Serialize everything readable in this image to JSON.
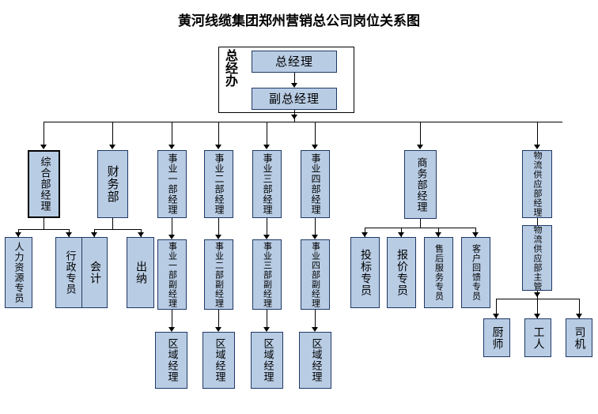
{
  "title": "黄河线缆集团郑州营销总公司岗位关系图",
  "palette": {
    "node_fill": "#b8cce4",
    "node_border": "#1f3864",
    "emphasis_border": "#000000",
    "connector": "#000000",
    "background": "#ffffff"
  },
  "top_group": {
    "label": "总经办",
    "nodes": [
      {
        "label": "总经理"
      },
      {
        "label": "副总经理"
      }
    ]
  },
  "departments": [
    {
      "head": "综合部经理",
      "emphasis": true,
      "children": [
        {
          "label": "人力资源专员"
        },
        {
          "label": "行政专员"
        }
      ]
    },
    {
      "head": "财务部",
      "emphasis": false,
      "children": [
        {
          "label": "会计"
        },
        {
          "label": "出纳"
        }
      ]
    },
    {
      "head": "事业一部经理",
      "emphasis": false,
      "chain": [
        {
          "label": "事业一部副经理"
        },
        {
          "label": "区域经理"
        }
      ]
    },
    {
      "head": "事业二部经理",
      "emphasis": false,
      "chain": [
        {
          "label": "事业二部副经理"
        },
        {
          "label": "区域经理"
        }
      ]
    },
    {
      "head": "事业三部经理",
      "emphasis": false,
      "chain": [
        {
          "label": "事业三部副经理"
        },
        {
          "label": "区域经理"
        }
      ]
    },
    {
      "head": "事业四部经理",
      "emphasis": false,
      "chain": [
        {
          "label": "事业四部副经理"
        },
        {
          "label": "区域经理"
        }
      ]
    },
    {
      "head": "商务部经理",
      "emphasis": false,
      "children": [
        {
          "label": "投标专员"
        },
        {
          "label": "报价专员"
        },
        {
          "label": "售后服务专员"
        },
        {
          "label": "客户回馈专员"
        }
      ]
    },
    {
      "head": "物流供应部经理",
      "emphasis": false,
      "chain": [
        {
          "label": "物流供应部主管"
        }
      ],
      "children": [
        {
          "label": "厨师"
        },
        {
          "label": "工人"
        },
        {
          "label": "司机"
        }
      ]
    }
  ]
}
